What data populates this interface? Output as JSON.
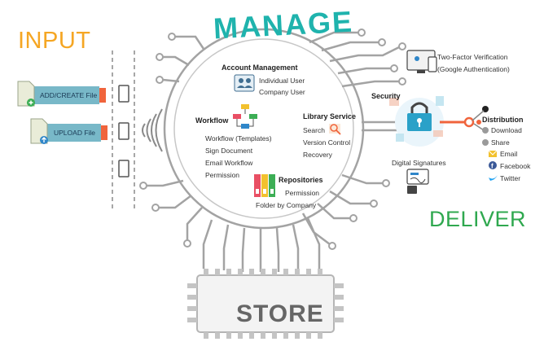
{
  "headings": {
    "input": "INPUT",
    "manage": "MANAGE",
    "store": "STORE",
    "deliver": "DELIVER"
  },
  "input_files": [
    {
      "label": "ADD/CREATE File"
    },
    {
      "label": "UPLOAD File"
    }
  ],
  "account_management": {
    "title": "Account Management",
    "items": [
      "Individual User",
      "Company User"
    ]
  },
  "workflow": {
    "title": "Workflow",
    "items": [
      "Workflow (Templates)",
      "Sign Document",
      "Email Workflow",
      "Permission"
    ]
  },
  "library_service": {
    "title": "Library Service",
    "items": [
      "Search",
      "Version Control",
      "Recovery"
    ]
  },
  "repositories": {
    "title": "Repositories",
    "items": [
      "Permission",
      "Folder by Company"
    ]
  },
  "security": {
    "title": "Security",
    "two_factor_line1": "Two-Factor Verification",
    "two_factor_line2": "(Google Authentication)",
    "digital_signatures": "Digital Signatures"
  },
  "distribution": {
    "title": "Distribution",
    "items": [
      "Download",
      "Share"
    ],
    "share_items": [
      {
        "label": "Email",
        "icon": "email-icon",
        "color": "#f2c12e"
      },
      {
        "label": "Facebook",
        "icon": "facebook-icon",
        "color": "#3b5998"
      },
      {
        "label": "Twitter",
        "icon": "twitter-icon",
        "color": "#1da1f2"
      }
    ]
  },
  "colors": {
    "input": "#f5a623",
    "manage": "#1fb3ad",
    "deliver": "#2fa84f",
    "store": "#666666",
    "circuit": "#9a9a9a",
    "accent_orange": "#f0643c"
  }
}
